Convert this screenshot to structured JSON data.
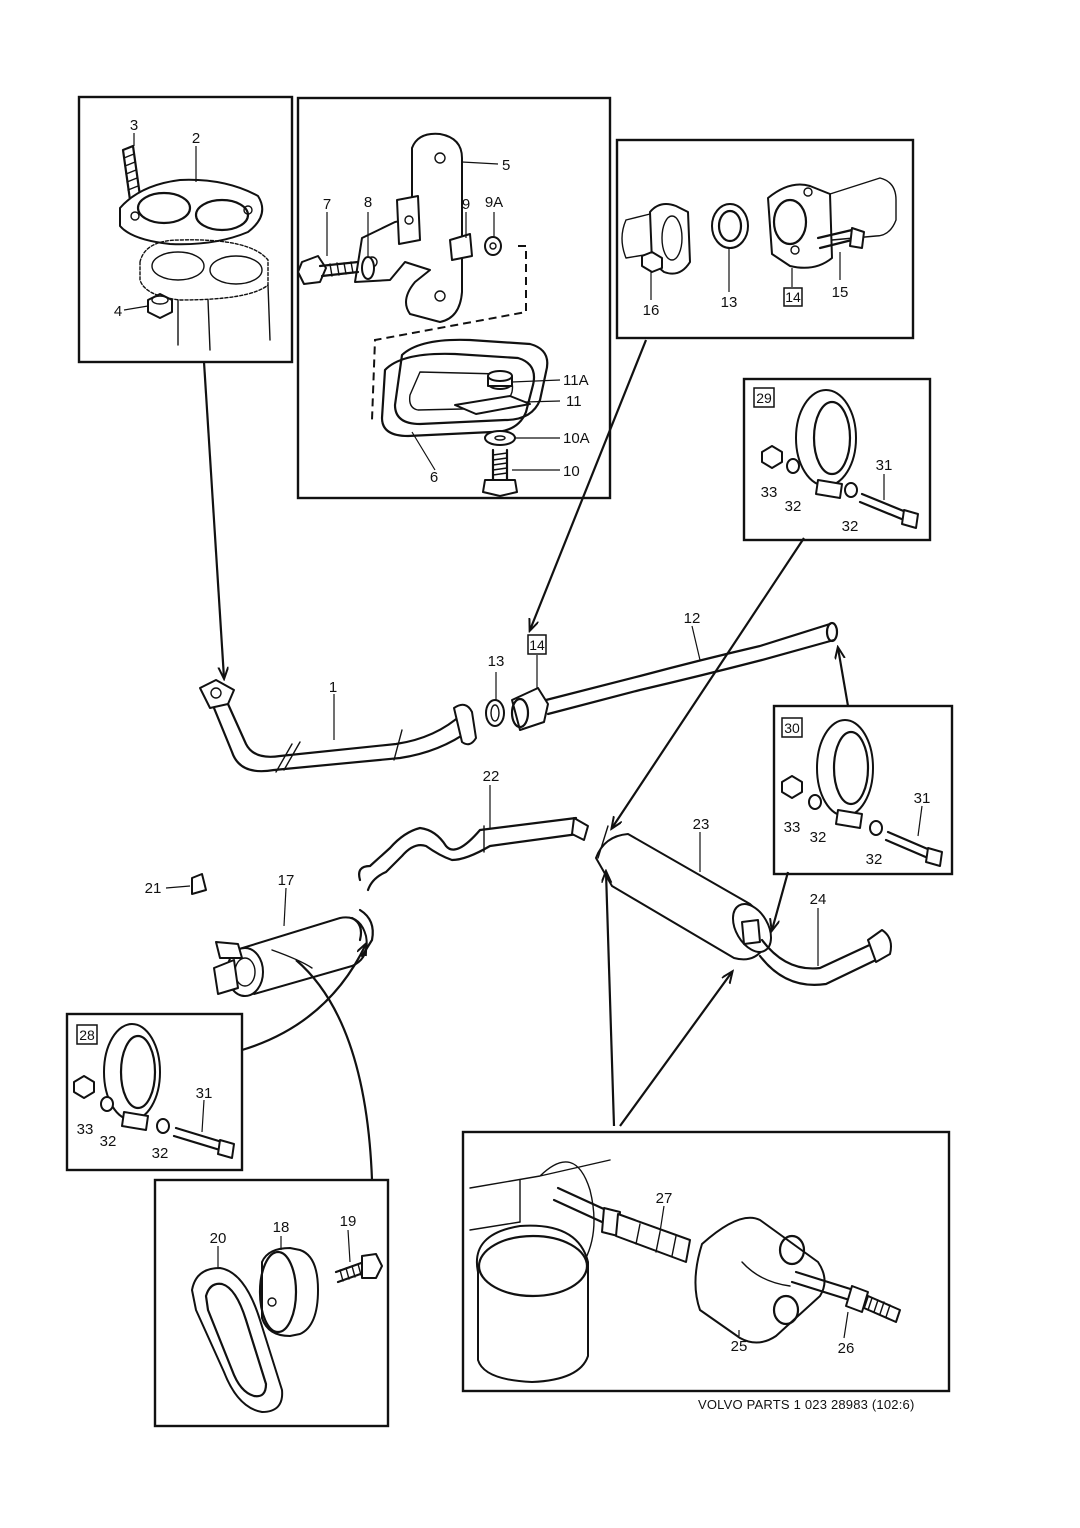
{
  "footer": "VOLVO PARTS 1 023 28983 (102:6)",
  "callouts": {
    "c1": "1",
    "c2": "2",
    "c3": "3",
    "c4": "4",
    "c5": "5",
    "c6": "6",
    "c7": "7",
    "c8": "8",
    "c9": "9",
    "c9a": "9A",
    "c10": "10",
    "c10a": "10A",
    "c11": "11",
    "c11a": "11A",
    "c12": "12",
    "c13": "13",
    "c14": "14",
    "c15": "15",
    "c16": "16",
    "c17": "17",
    "c18": "18",
    "c19": "19",
    "c20": "20",
    "c21": "21",
    "c22": "22",
    "c23": "23",
    "c24": "24",
    "c25": "25",
    "c26": "26",
    "c27": "27",
    "c28": "28",
    "c29": "29",
    "c30": "30",
    "c31": "31",
    "c32": "32",
    "c33": "33"
  }
}
